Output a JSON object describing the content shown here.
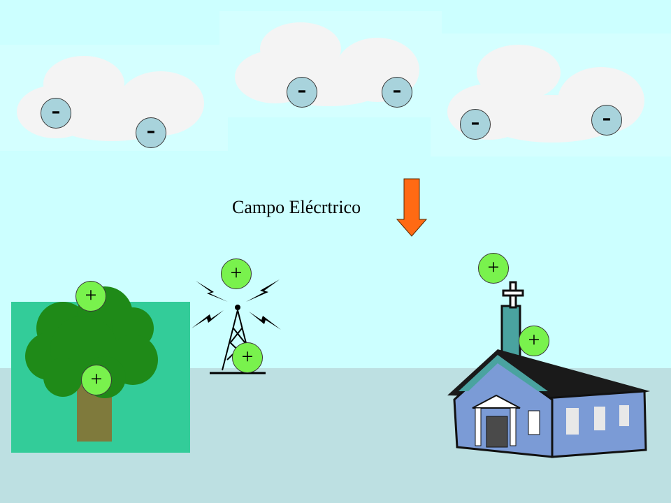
{
  "diagram": {
    "field_label": "Campo Elécrtrico",
    "negative_symbol": "-",
    "positive_symbol": "+",
    "colors": {
      "sky": "#ccffff",
      "ground": "#bde0e2",
      "cloud": "#f4f4f4",
      "negative_charge": "#a8d3dc",
      "positive_charge": "#79f24d",
      "arrow": "#ff6a13",
      "tree_foliage": "#1f8a18",
      "tree_trunk": "#7f7a3c",
      "grass": "#33cc99",
      "church_wall": "#7b9bd6",
      "church_roof": "#1a1a1a",
      "church_trim": "#4aa3a0"
    },
    "objects": [
      "cloud",
      "cloud",
      "cloud",
      "tree",
      "radio-antenna",
      "church"
    ]
  }
}
